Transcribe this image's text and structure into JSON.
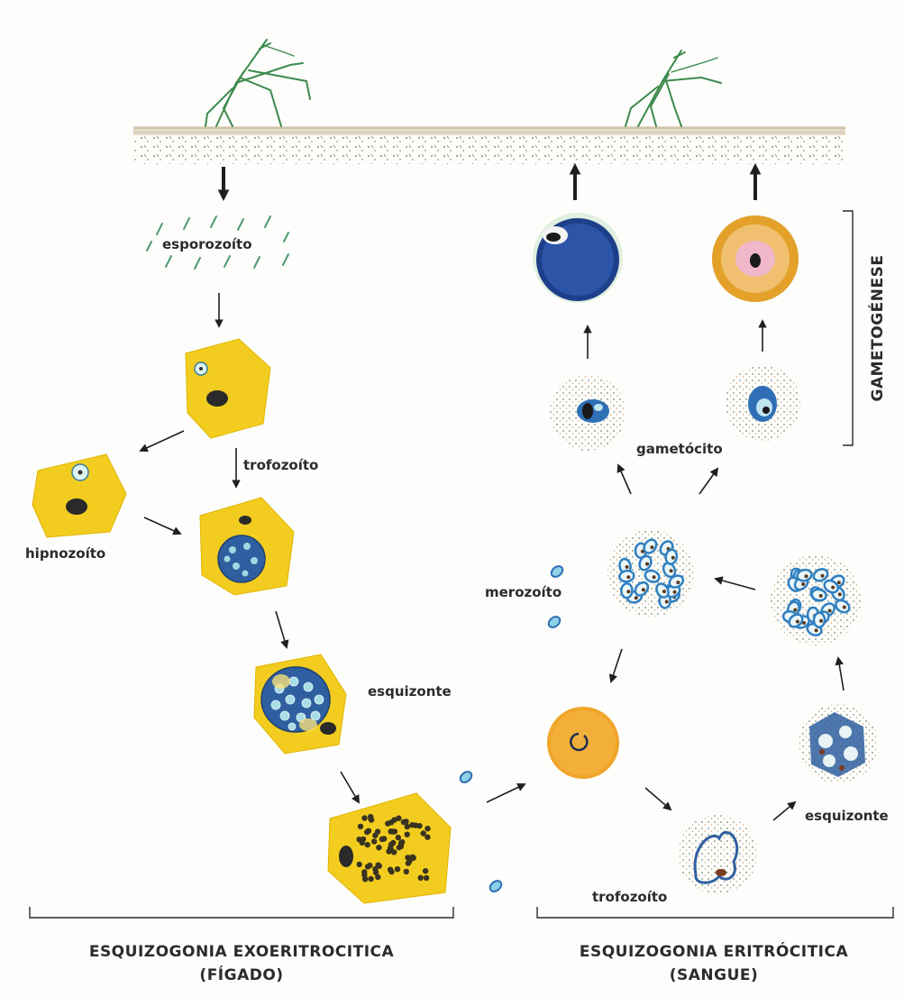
{
  "labels": {
    "esporozoito": "esporozoíto",
    "trofozoito_liver": "trofozoíto",
    "hipnozoito": "hipnozoíto",
    "esquizonte_liver": "esquizonte",
    "merozoito": "merozoíto",
    "gametocito": "gametócito",
    "esquizonte_blood": "esquizonte",
    "trofozoito_blood": "trofozoíto",
    "gametogenese": "GAMETOGÉNESE"
  },
  "captions": {
    "liver_line1": "ESQUIZOGONIA EXOERITROCITICA",
    "liver_line2": "(FÍGADO)",
    "blood_line1": "ESQUIZOGONIA ERITRÓCITICA",
    "blood_line2": "(SANGUE)"
  },
  "colors": {
    "hepatocyte": "#f2cd1f",
    "nucleus": "#2a2a2a",
    "parasite_blue": "#2f6fb5",
    "rbc_orange": "#f0a52a",
    "mosquito": "#3d8a4d",
    "skin": "#d9cdb4",
    "arrow": "#1f1f1f"
  },
  "icons": [
    "mosquito-icon",
    "skin-surface",
    "hepatocyte-cell",
    "red-blood-cell",
    "gametocyte-cell"
  ]
}
